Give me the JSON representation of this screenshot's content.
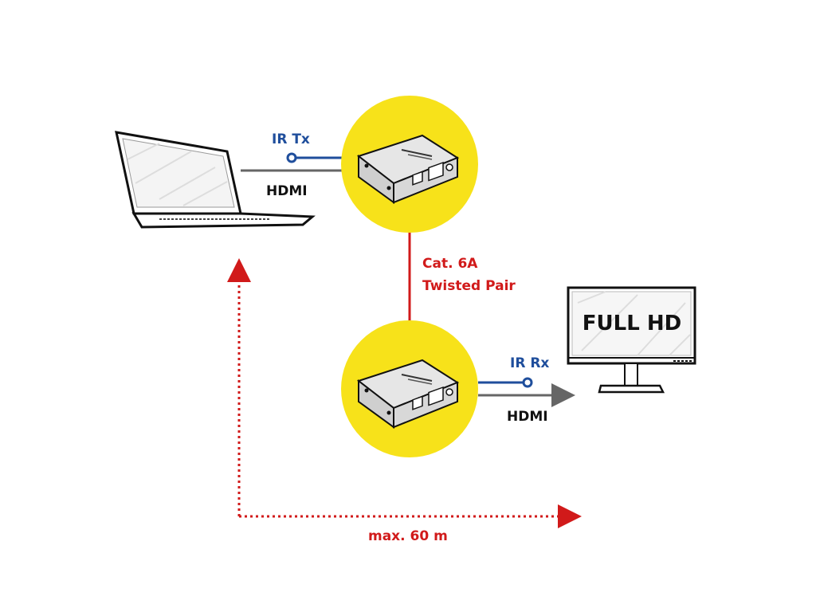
{
  "labels": {
    "ir_tx": "IR Tx",
    "hdmi_top": "HDMI",
    "cable_line1": "Cat. 6A",
    "cable_line2": "Twisted Pair",
    "ir_rx": "IR Rx",
    "hdmi_bottom": "HDMI",
    "distance": "max. 60 m",
    "monitor_screen": "FULL HD"
  },
  "colors": {
    "ir": "#1f4e9c",
    "cable": "#d11a1a",
    "hdmi": "#666666",
    "highlight": "#f7e21a"
  }
}
